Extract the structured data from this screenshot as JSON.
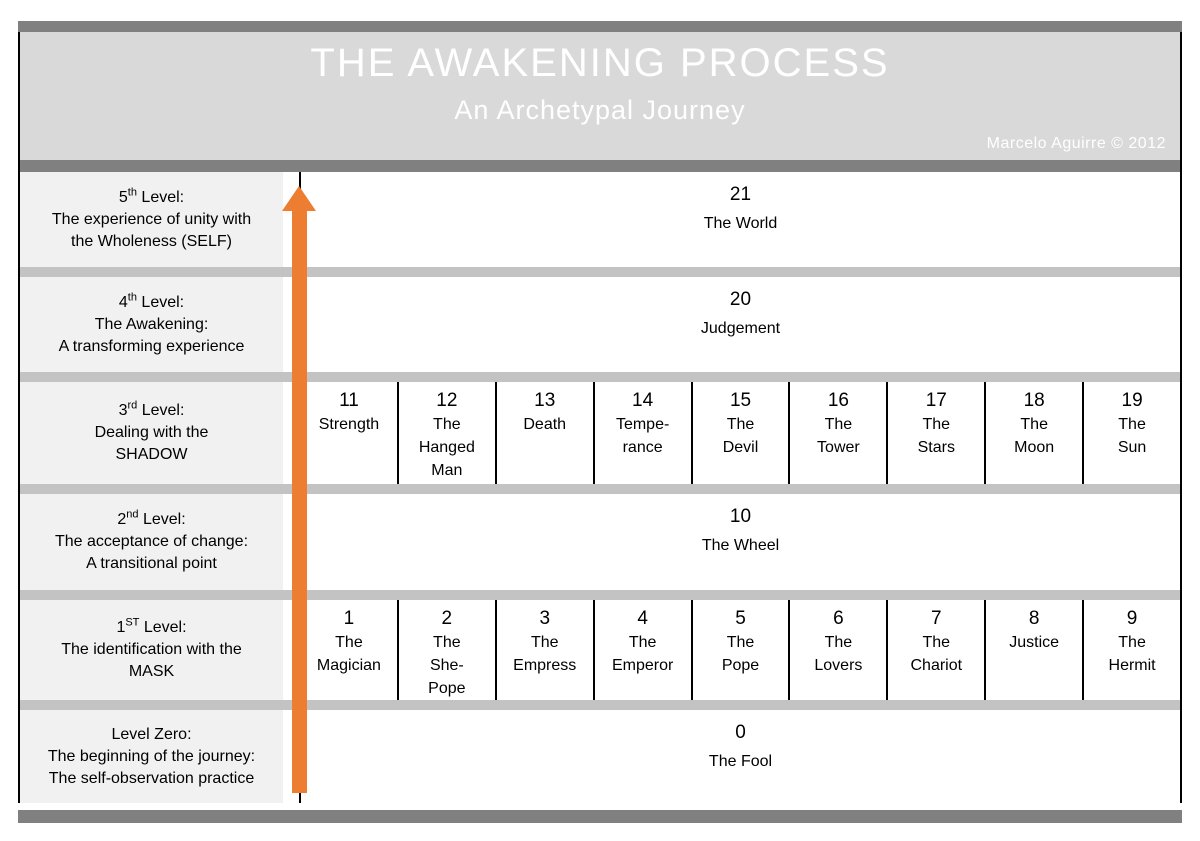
{
  "header": {
    "title": "THE AWAKENING PROCESS",
    "subtitle": "An Archetypal Journey",
    "credit": "Marcelo Aguirre © 2012"
  },
  "colors": {
    "accent_orange": "#ED7D31",
    "outer_bar_gray": "#808080",
    "separator_gray": "#C3C3C3",
    "header_bg": "#D9D9D9",
    "label_bg": "#F1F1F1"
  },
  "levels": [
    {
      "ordinal": "5",
      "suffix": "th",
      "rest": " Level:",
      "desc": "The experience of unity with\nthe Wholeness (SELF)"
    },
    {
      "ordinal": "4",
      "suffix": "th",
      "rest": " Level:",
      "desc": "The Awakening:\nA transforming experience"
    },
    {
      "ordinal": "3",
      "suffix": "rd",
      "rest": " Level:",
      "desc": "Dealing with the\nSHADOW"
    },
    {
      "ordinal": "2",
      "suffix": "nd",
      "rest": " Level:",
      "desc": "The acceptance of change:\nA transitional point"
    },
    {
      "ordinal": "1",
      "suffix": "ST",
      "rest": " Level:",
      "desc": "The identification with the\nMASK"
    },
    {
      "ordinal": "",
      "suffix": "",
      "rest": "Level Zero:",
      "desc": "The beginning of the journey:\nThe self-observation practice"
    }
  ],
  "cards": {
    "world": {
      "number": "21",
      "name": "The World"
    },
    "judgement": {
      "number": "20",
      "name": "Judgement"
    },
    "row3": [
      {
        "number": "11",
        "name": "Strength"
      },
      {
        "number": "12",
        "name": "The\nHanged\nMan"
      },
      {
        "number": "13",
        "name": "Death"
      },
      {
        "number": "14",
        "name": "Tempe-\nrance"
      },
      {
        "number": "15",
        "name": "The\nDevil"
      },
      {
        "number": "16",
        "name": "The\nTower"
      },
      {
        "number": "17",
        "name": "The\nStars"
      },
      {
        "number": "18",
        "name": "The\nMoon"
      },
      {
        "number": "19",
        "name": "The\nSun"
      }
    ],
    "wheel": {
      "number": "10",
      "name": "The Wheel"
    },
    "row5": [
      {
        "number": "1",
        "name": "The\nMagician"
      },
      {
        "number": "2",
        "name": "The\nShe-\nPope"
      },
      {
        "number": "3",
        "name": "The\nEmpress"
      },
      {
        "number": "4",
        "name": "The\nEmperor"
      },
      {
        "number": "5",
        "name": "The\nPope"
      },
      {
        "number": "6",
        "name": "The\nLovers"
      },
      {
        "number": "7",
        "name": "The\nChariot"
      },
      {
        "number": "8",
        "name": "Justice"
      },
      {
        "number": "9",
        "name": "The\nHermit"
      }
    ],
    "fool": {
      "number": "0",
      "name": "The Fool"
    }
  }
}
